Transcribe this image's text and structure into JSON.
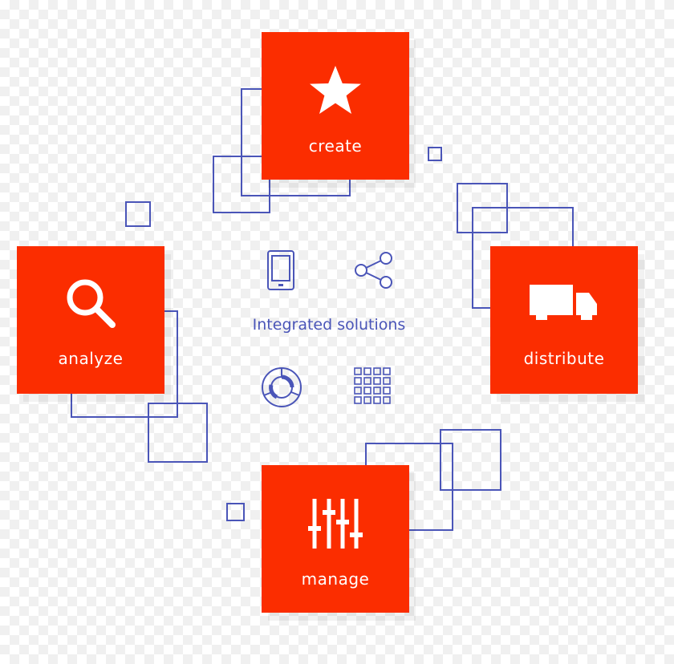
{
  "colors": {
    "accent": "#fb2d00",
    "outline": "#4a55b8",
    "text_on_accent": "#ffffff"
  },
  "center": {
    "title": "Integrated solutions",
    "icons": [
      "tablet-icon",
      "share-icon",
      "cycle-icon",
      "grid-icon"
    ]
  },
  "tiles": {
    "create": {
      "label": "create",
      "icon": "star-icon"
    },
    "distribute": {
      "label": "distribute",
      "icon": "truck-icon"
    },
    "manage": {
      "label": "manage",
      "icon": "sliders-icon"
    },
    "analyze": {
      "label": "analyze",
      "icon": "search-icon"
    }
  }
}
